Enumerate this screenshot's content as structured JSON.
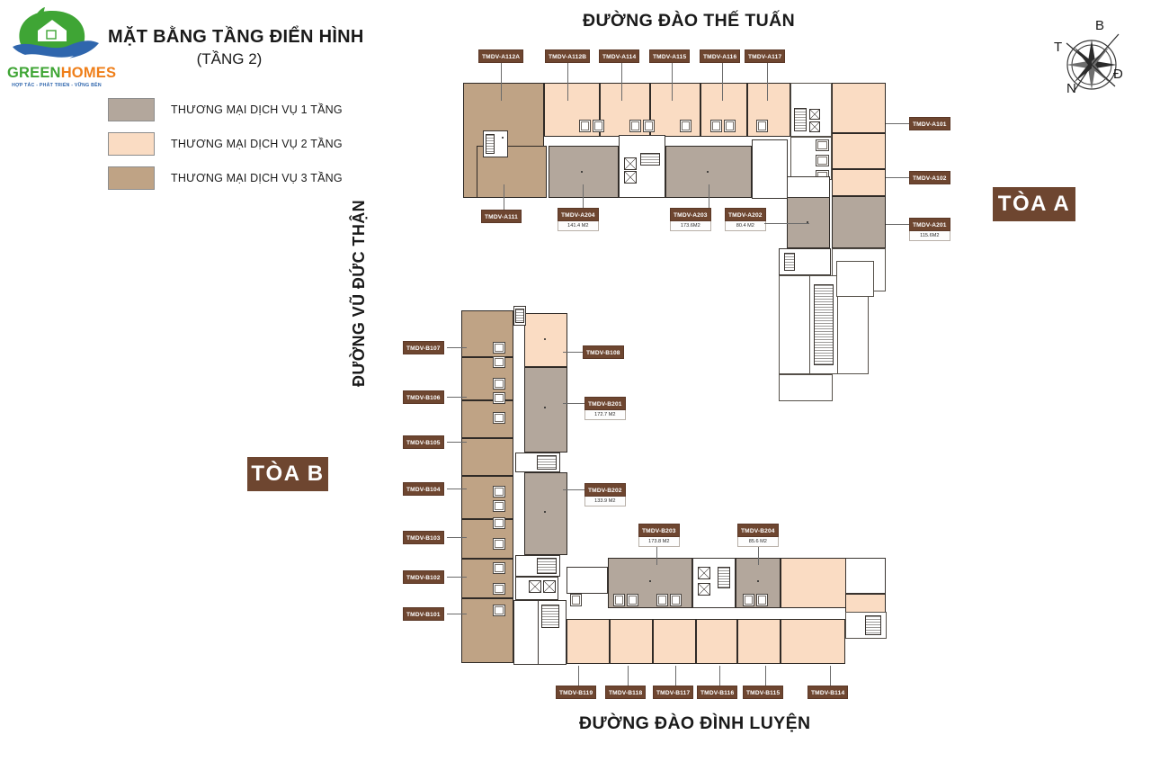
{
  "brand": {
    "name_green": "GREEN",
    "name_orange": "HOMES",
    "tagline": "HỢP TÁC - PHÁT TRIỂN - VỮNG BỀN",
    "logo_icon": "house-hill-logo"
  },
  "title": {
    "main": "MẶT BẰNG TẦNG ĐIỂN HÌNH",
    "sub": "(TẦNG 2)"
  },
  "legend": {
    "items": [
      {
        "label": "THƯƠNG MẠI DỊCH VỤ 1 TẦNG",
        "color": "#b3a79c"
      },
      {
        "label": "THƯƠNG MẠI DỊCH VỤ 2 TẦNG",
        "color": "#fadcc3"
      },
      {
        "label": "THƯƠNG MẠI DỊCH VỤ 3 TẦNG",
        "color": "#bfa385"
      }
    ]
  },
  "streets": {
    "top": "ĐƯỜNG ĐÀO THẾ TUẤN",
    "bottom": "ĐƯỜNG ĐÀO ĐÌNH LUYỆN",
    "left": "ĐƯỜNG VŨ ĐỨC THẬN"
  },
  "compass": {
    "north": "B",
    "east": "Đ",
    "south": "N",
    "west": "T",
    "icon": "compass-rose-icon"
  },
  "towers": {
    "a": "TÒA A",
    "b": "TÒA B"
  },
  "units": {
    "tower_a_top": [
      {
        "code": "TMDV-A112A",
        "area": ""
      },
      {
        "code": "TMDV-A112B",
        "area": ""
      },
      {
        "code": "TMDV-A114",
        "area": ""
      },
      {
        "code": "TMDV-A115",
        "area": ""
      },
      {
        "code": "TMDV-A116",
        "area": ""
      },
      {
        "code": "TMDV-A117",
        "area": ""
      }
    ],
    "tower_a_right": [
      {
        "code": "TMDV-A101",
        "area": ""
      },
      {
        "code": "TMDV-A102",
        "area": ""
      },
      {
        "code": "TMDV-A201",
        "area": "115.6M2"
      }
    ],
    "tower_a_inner": [
      {
        "code": "TMDV-A111",
        "area": ""
      },
      {
        "code": "TMDV-A204",
        "area": "141.4 M2"
      },
      {
        "code": "TMDV-A203",
        "area": "173.6M2"
      },
      {
        "code": "TMDV-A202",
        "area": "80.4 M2"
      }
    ],
    "tower_b_left": [
      {
        "code": "TMDV-B107",
        "area": ""
      },
      {
        "code": "TMDV-B106",
        "area": ""
      },
      {
        "code": "TMDV-B105",
        "area": ""
      },
      {
        "code": "TMDV-B104",
        "area": ""
      },
      {
        "code": "TMDV-B103",
        "area": ""
      },
      {
        "code": "TMDV-B102",
        "area": ""
      },
      {
        "code": "TMDV-B101",
        "area": ""
      }
    ],
    "tower_b_inner": [
      {
        "code": "TMDV-B108",
        "area": ""
      },
      {
        "code": "TMDV-B201",
        "area": "172.7 M2"
      },
      {
        "code": "TMDV-B202",
        "area": "133.9 M2"
      },
      {
        "code": "TMDV-B203",
        "area": "173.8 M2"
      },
      {
        "code": "TMDV-B204",
        "area": "85.6 M2"
      }
    ],
    "tower_b_bottom": [
      {
        "code": "TMDV-B119",
        "area": ""
      },
      {
        "code": "TMDV-B118",
        "area": ""
      },
      {
        "code": "TMDV-B117",
        "area": ""
      },
      {
        "code": "TMDV-B116",
        "area": ""
      },
      {
        "code": "TMDV-B115",
        "area": ""
      },
      {
        "code": "TMDV-B114",
        "area": ""
      }
    ]
  },
  "colors": {
    "tag_brown": "#6e4630",
    "cat1": "#b3a79c",
    "cat2": "#fadcc3",
    "cat3": "#bfa385"
  }
}
